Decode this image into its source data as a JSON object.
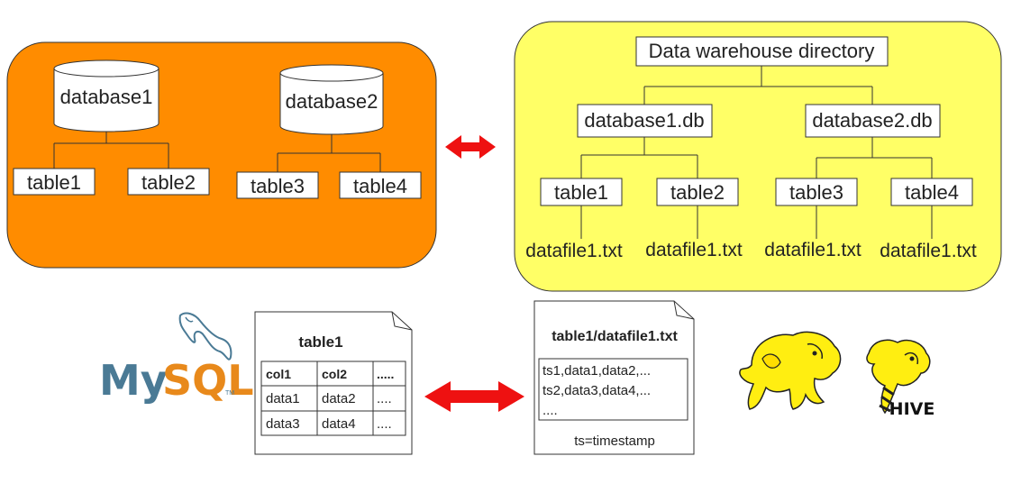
{
  "left_panel": {
    "bg_color": "#ff8c00",
    "databases": [
      {
        "name": "database1",
        "tables": [
          "table1",
          "table2"
        ]
      },
      {
        "name": "database2",
        "tables": [
          "table3",
          "table4"
        ]
      }
    ]
  },
  "right_panel": {
    "bg_color": "#ffff66",
    "root": "Data warehouse directory",
    "databases": [
      {
        "name": "database1.db",
        "tables": [
          {
            "name": "table1",
            "file": "datafile1.txt"
          },
          {
            "name": "table2",
            "file": "datafile1.txt"
          }
        ]
      },
      {
        "name": "database2.db",
        "tables": [
          {
            "name": "table3",
            "file": "datafile1.txt"
          },
          {
            "name": "table4",
            "file": "datafile1.txt"
          }
        ]
      }
    ]
  },
  "arrow_color": "#ee1111",
  "mysql_logo": {
    "text_my": "My",
    "text_sql": "SQL",
    "tm": "TM"
  },
  "table_doc": {
    "title": "table1",
    "header": [
      "col1",
      "col2",
      "....."
    ],
    "rows": [
      [
        "data1",
        "data2",
        "...."
      ],
      [
        "data3",
        "data4",
        "...."
      ]
    ]
  },
  "file_doc": {
    "title": "table1/datafile1.txt",
    "lines": [
      "ts1,data1,data2,...",
      "ts2,data3,data4,...",
      "...."
    ],
    "note": "ts=timestamp"
  },
  "hive_logo": {
    "text": "HIVE"
  }
}
